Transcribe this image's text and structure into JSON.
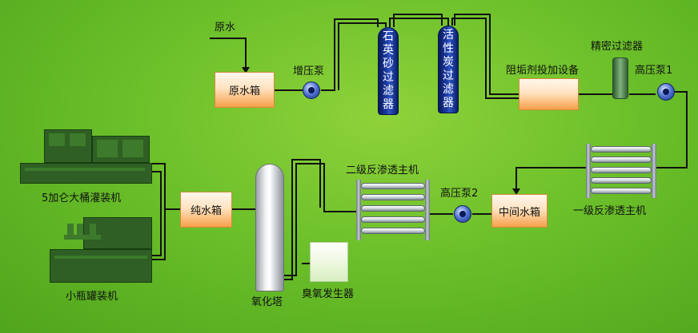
{
  "labels": {
    "raw_water": "原水",
    "raw_water_tank": "原水箱",
    "booster_pump": "增压泵",
    "quartz_filter": "石英砂过滤器",
    "carbon_filter": "活性炭过滤器",
    "antiscalant": "阻垢剂投加设备",
    "precision_filter": "精密过滤器",
    "hp_pump_1": "高压泵1",
    "ro_stage1": "一级反渗透主机",
    "intermediate_tank": "中间水箱",
    "hp_pump_2": "高压泵2",
    "ro_stage2": "二级反渗透主机",
    "oxidation_tower": "氧化塔",
    "ozone_generator": "臭氧发生器",
    "pure_water_tank": "纯水箱",
    "barrel_filler": "5加仑大桶灌装机",
    "bottle_filler": "小瓶罐装机"
  }
}
